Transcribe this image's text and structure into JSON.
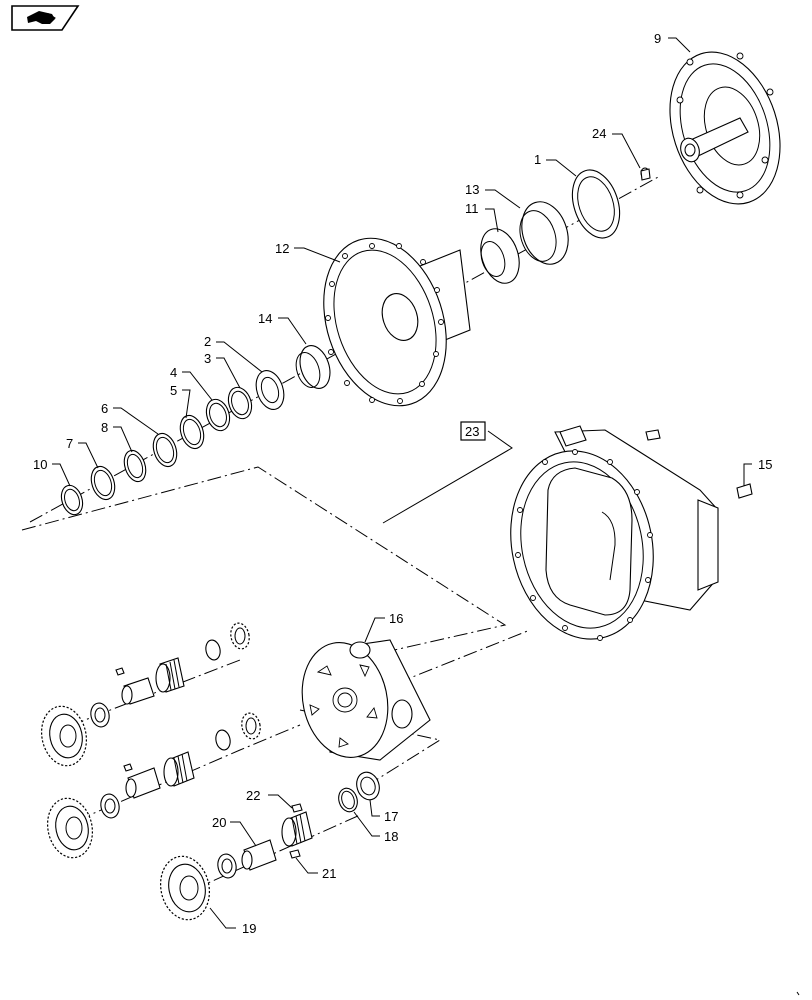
{
  "nav": {
    "icon": "next-page-arrow-icon"
  },
  "callouts": {
    "c1": "1",
    "c2": "2",
    "c3": "3",
    "c4": "4",
    "c5": "5",
    "c6": "6",
    "c7": "7",
    "c8": "8",
    "c9": "9",
    "c10": "10",
    "c11": "11",
    "c12": "12",
    "c13": "13",
    "c14": "14",
    "c15": "15",
    "c16": "16",
    "c17": "17",
    "c18": "18",
    "c19": "19",
    "c20": "20",
    "c21": "21",
    "c22": "22",
    "c23": "23",
    "c24": "24"
  }
}
